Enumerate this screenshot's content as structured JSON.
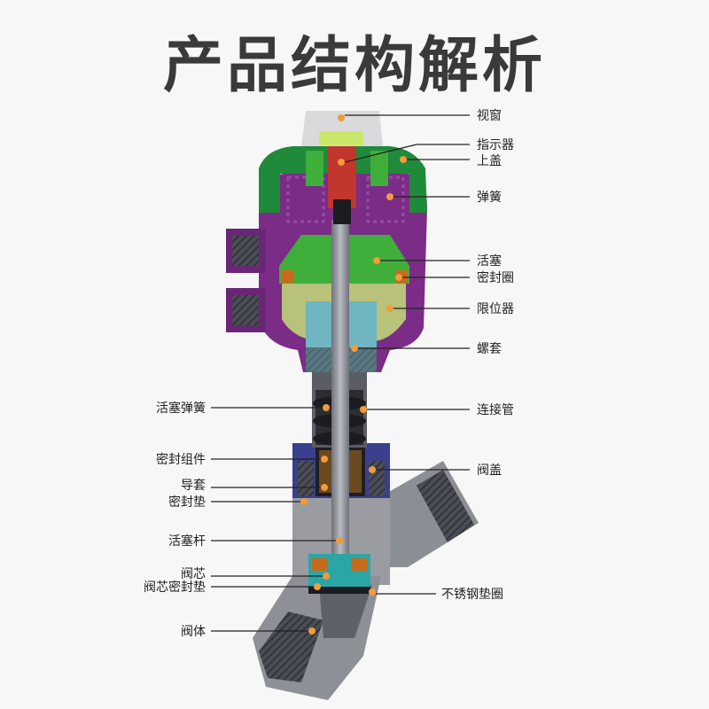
{
  "title": "产品结构解析",
  "labels_right": [
    "视窗",
    "指示器",
    "上盖",
    "弹簧",
    "活塞",
    "密封圈",
    "限位器",
    "螺套",
    "连接管",
    "阀盖",
    "不锈钢垫圈"
  ],
  "labels_left": [
    "活塞弹簧",
    "密封组件",
    "导套",
    "密封垫",
    "活塞杆",
    "阀芯",
    "阀芯密封垫",
    "阀体"
  ],
  "colors": {
    "title": "#3a3a3a",
    "actuator_purple": "#7b2c86",
    "cover_green": "#1f8a3a",
    "piston_green": "#3fae3a",
    "limiter_olive": "#b8c27a",
    "stem_gray": "#8a8d93",
    "sleeve_teal": "#6fb5c2",
    "bonnet_blue": "#3a3f8e",
    "body_gray": "#9a9ca2",
    "indicator_red": "#c1362d",
    "core_teal": "#2aa6a6",
    "callout_dot": "#f39a3a"
  }
}
